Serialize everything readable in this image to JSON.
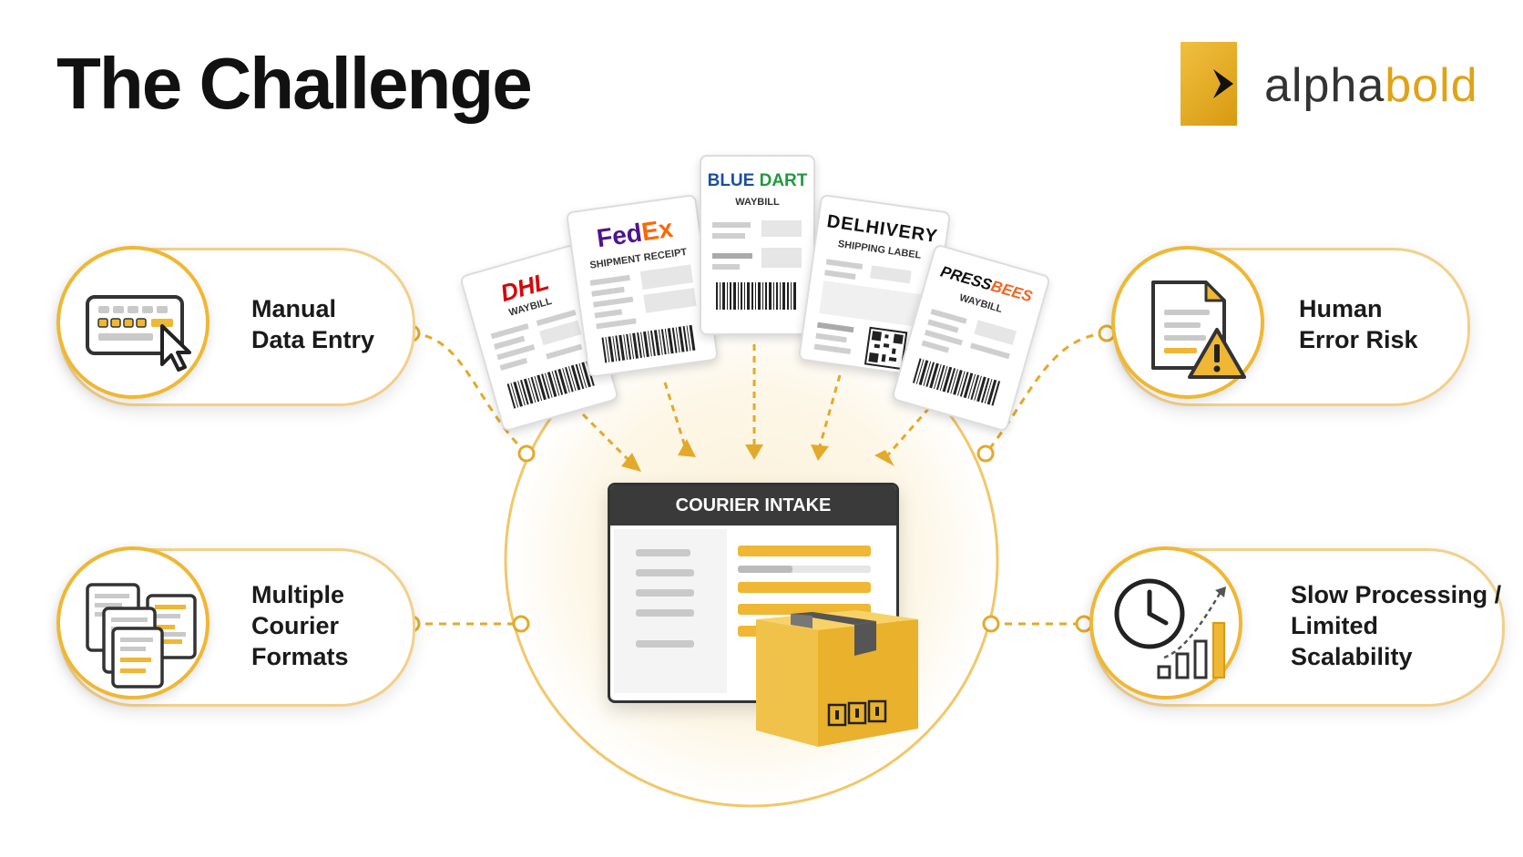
{
  "title": "The Challenge",
  "logo": {
    "text_light": "alpha",
    "text_bold": "bold"
  },
  "challenges": {
    "manual_entry": {
      "line1": "Manual",
      "line2": "Data Entry",
      "icon": "keyboard-icon"
    },
    "multiple_formats": {
      "line1": "Multiple",
      "line2": "Courier",
      "line3": "Formats",
      "icon": "documents-icon"
    },
    "human_error": {
      "line1": "Human",
      "line2": "Error Risk",
      "icon": "document-warning-icon"
    },
    "slow_processing": {
      "line1": "Slow Processing /",
      "line2": "Limited",
      "line3": "Scalability",
      "icon": "clock-chart-icon"
    }
  },
  "documents": [
    {
      "brand": "DHL",
      "label": "WAYBILL"
    },
    {
      "brand_a": "Fed",
      "brand_b": "Ex",
      "label": "SHIPMENT RECEIPT"
    },
    {
      "brand_a": "BLUE ",
      "brand_b": "DART",
      "label": "WAYBILL"
    },
    {
      "brand": "DELHIVERY",
      "label": "SHIPPING LABEL"
    },
    {
      "brand_a": "PRESS",
      "brand_b": "BEES",
      "label": "WAYBILL"
    }
  ],
  "intake": {
    "header": "COURIER INTAKE"
  },
  "colors": {
    "accent": "#efb733",
    "dark": "#333333",
    "dhl_red": "#d40511",
    "fedex_purple": "#4d148c",
    "fedex_orange": "#ff6600",
    "bluedart_blue": "#1a4fa0",
    "bluedart_green": "#1f9a3c",
    "pressbees_orange": "#f26522"
  }
}
